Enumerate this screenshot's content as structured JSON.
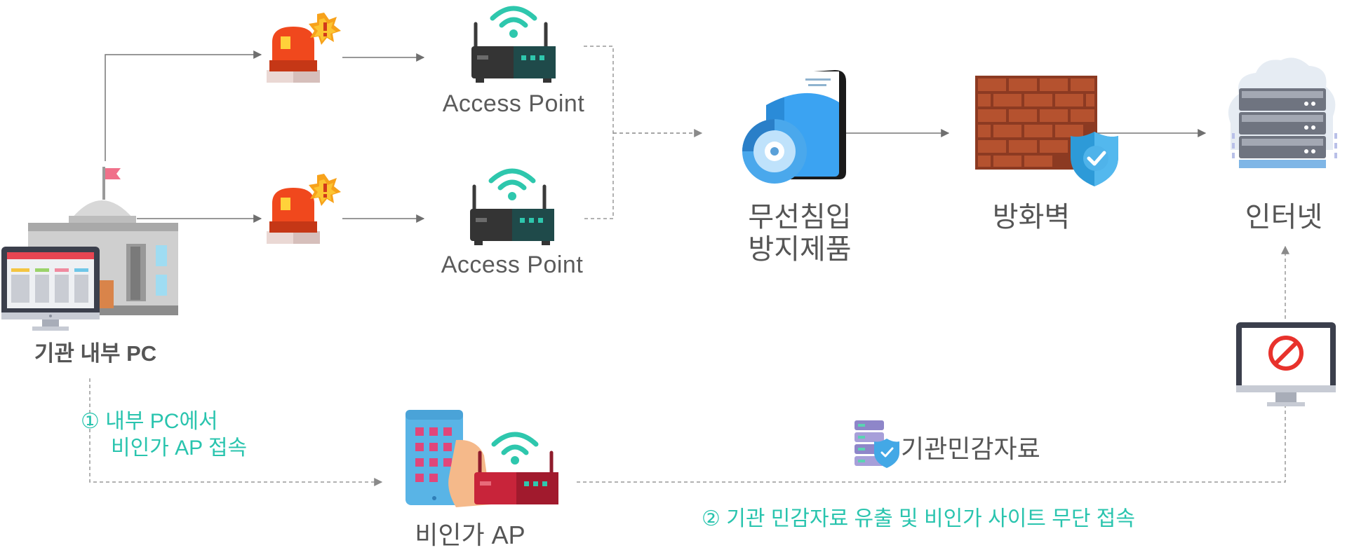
{
  "nodes": {
    "internal_pc": "기관 내부 PC",
    "ap_top": "Access Point",
    "ap_bottom": "Access Point",
    "wips_line1": "무선침입",
    "wips_line2": "방지제품",
    "firewall": "방화벽",
    "internet": "인터넷",
    "rogue_ap": "비인가 AP",
    "sensitive_data": "기관민감자료"
  },
  "annotations": {
    "step1_line1": "① 내부 PC에서",
    "step1_line2": "비인가 AP 접속",
    "step2": "② 기관 민감자료 유출 및 비인가 사이트 무단 접속"
  },
  "colors": {
    "accent_teal": "#29c4ae",
    "arrow_gray": "#777777",
    "alarm_red": "#e8421a",
    "firewall_brick": "#a0472a",
    "shield_blue": "#3aaee8",
    "rogue_red": "#c8243a"
  },
  "icons": {
    "alarm": "siren-icon",
    "access_point": "wifi-router-icon",
    "building": "government-building-icon",
    "monitor": "monitor-icon",
    "wips": "software-box-icon",
    "firewall": "brick-wall-shield-icon",
    "internet": "cloud-server-icon",
    "blocked": "blocked-monitor-icon",
    "database": "database-shield-icon",
    "rogue_ap": "phone-router-icon"
  }
}
